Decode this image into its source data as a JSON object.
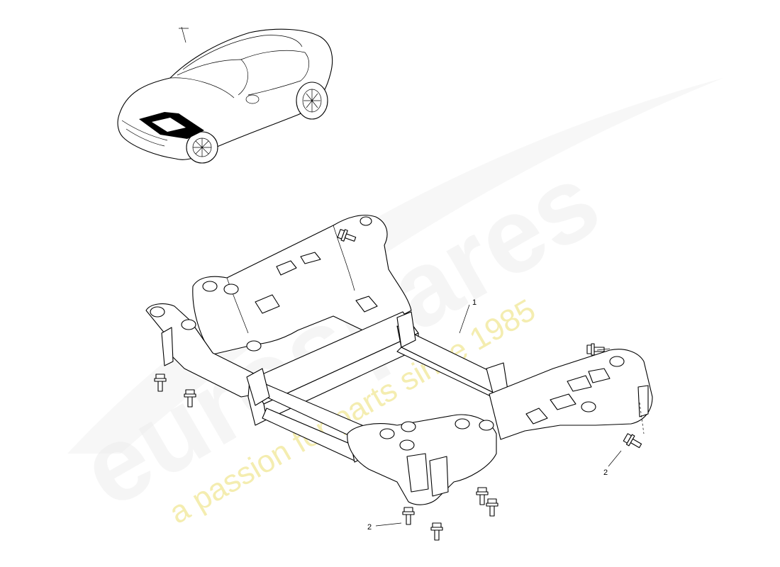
{
  "watermark": {
    "brand": "eurospares",
    "tagline": "a passion for parts since 1985",
    "brand_color": "#e8e8e8",
    "tagline_color": "#efe68f"
  },
  "callouts": {
    "item1": "1",
    "item2_left": "2",
    "item2_right": "2"
  }
}
